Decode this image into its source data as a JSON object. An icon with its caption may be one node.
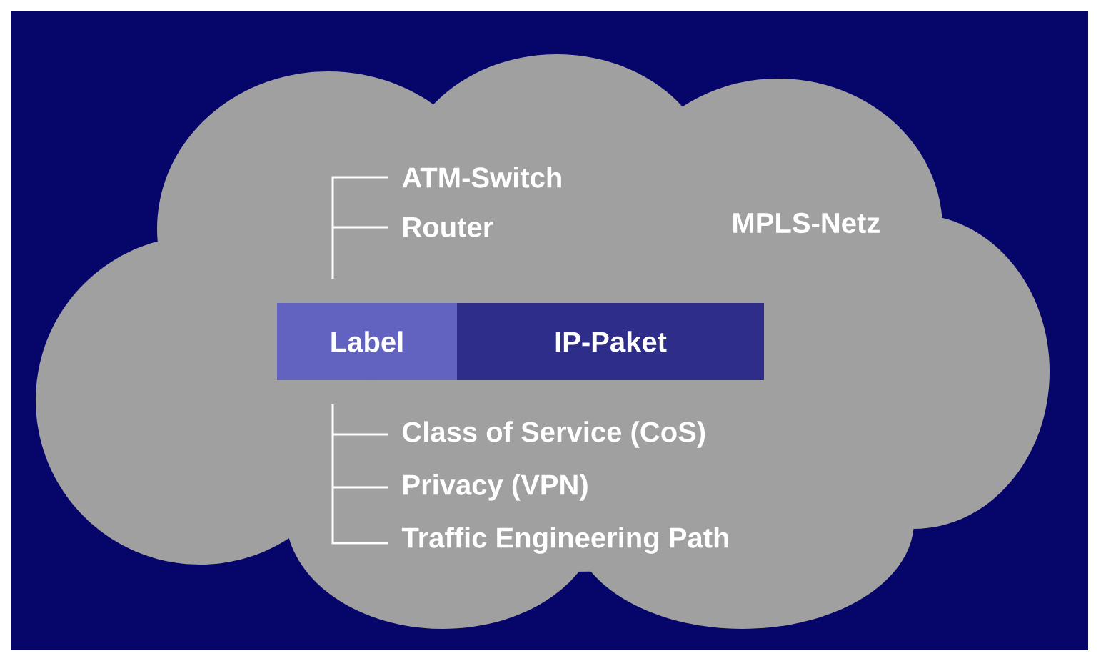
{
  "diagram": {
    "nodes": [
      {
        "text": [
          "MPLS-Netz"
        ]
      },
      {
        "text": [
          "Label"
        ],
        "in": 0
      },
      {
        "text": [
          "IP-Paket"
        ],
        "in": 0
      }
    ],
    "labels": [
      "ATM-Switch",
      "Router",
      "Class of Service (CoS)",
      "Privacy (VPN)",
      "Traffic Engineering Path"
    ]
  }
}
